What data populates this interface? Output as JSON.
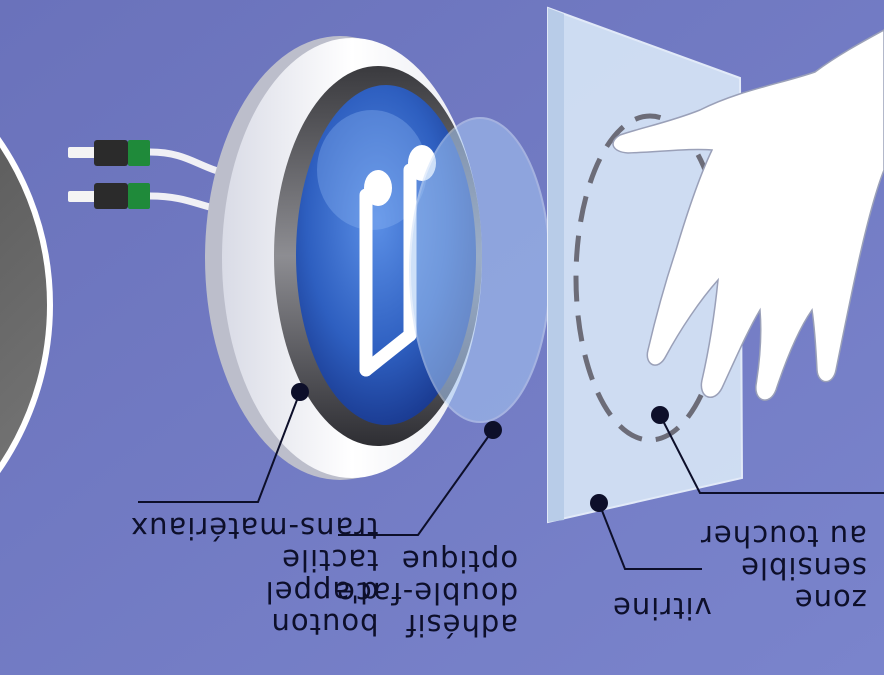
{
  "labels": {
    "button": [
      "bouton",
      "d'appel",
      "tactile",
      "trans-matériaux"
    ],
    "adhesive": [
      "adhésif",
      "double-face",
      "optique"
    ],
    "showcase": [
      "vitrine"
    ],
    "zone": [
      "zone",
      "sensible",
      "au toucher"
    ]
  },
  "colors": {
    "background": "#6f78c0",
    "button_face": "#2f63c4",
    "ring": "#f2f3f7",
    "glass": "#d4e3f6",
    "leader": "#0d0f2a"
  },
  "icons": [
    "music-note-icon",
    "hand-icon",
    "connector-icon"
  ]
}
